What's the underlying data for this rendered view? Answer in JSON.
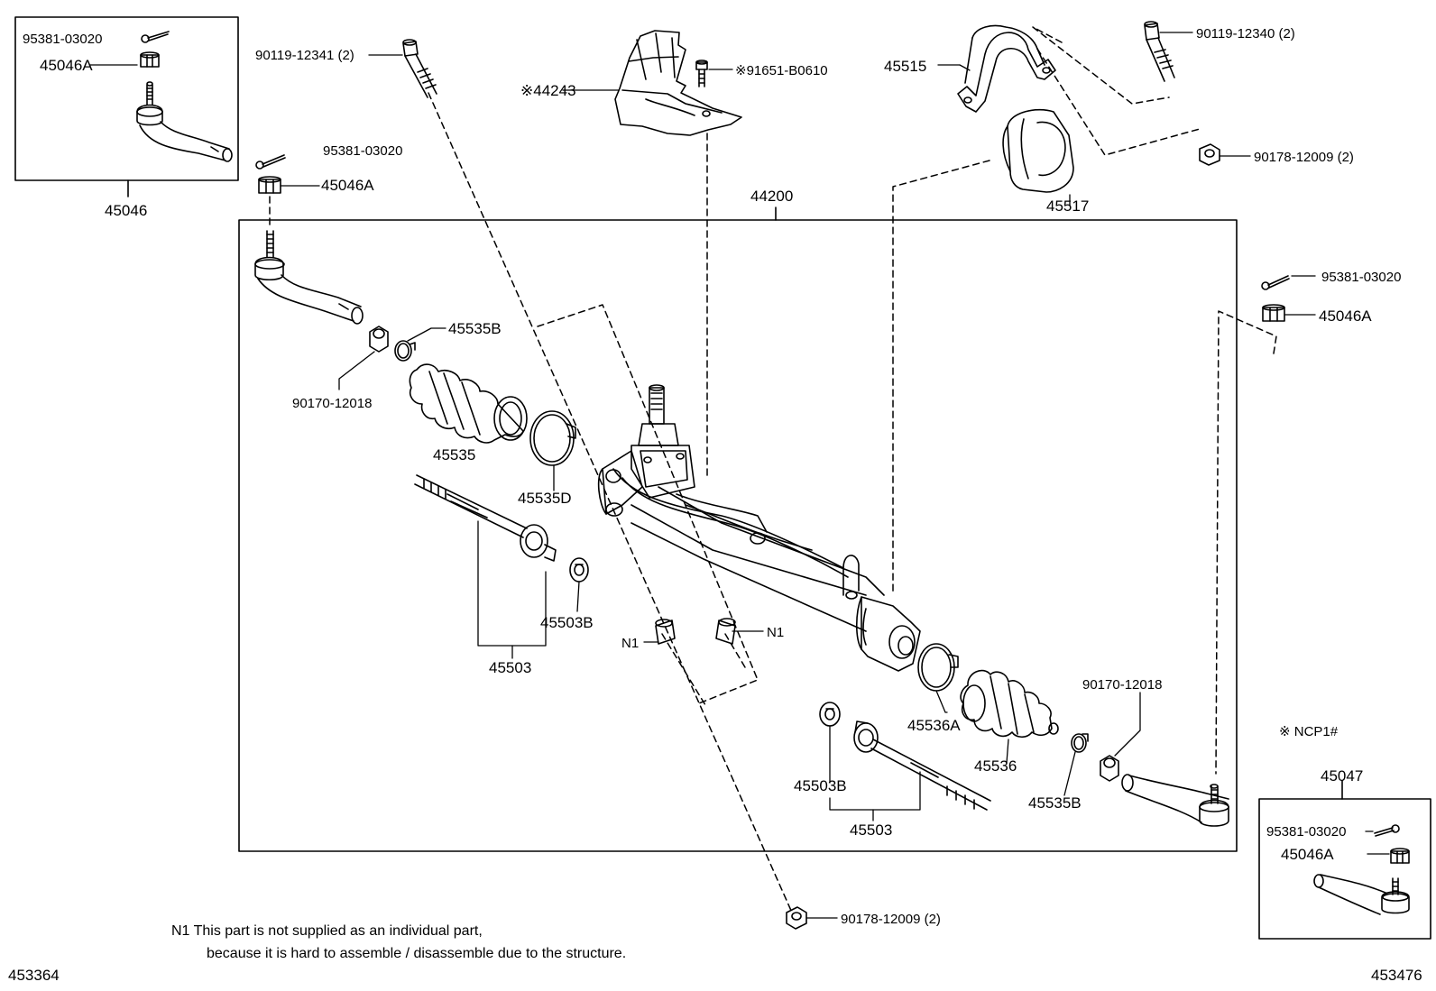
{
  "labels": {
    "p95381_03020_a": "95381-03020",
    "p45046A_a": "45046A",
    "p45046_kit": "45046",
    "p90119_12341": "90119-12341 (2)",
    "p95381_03020_b": "95381-03020",
    "p45046A_b": "45046A",
    "p44243": "※44243",
    "p91651_B0610": "※91651-B0610",
    "p45515": "45515",
    "p90119_12340": "90119-12340 (2)",
    "p90178_12009_top": "90178-12009 (2)",
    "p45517": "45517",
    "p44200": "44200",
    "p45535B_left": "45535B",
    "p90170_12018_left": "90170-12018",
    "p45535": "45535",
    "p45535D": "45535D",
    "p45503B_left": "45503B",
    "p45503_left": "45503",
    "p_n1_left": "N1",
    "p_n1_right": "N1",
    "p95381_03020_c": "95381-03020",
    "p45046A_c": "45046A",
    "p90170_12018_right": "90170-12018",
    "p45536A": "45536A",
    "p45536": "45536",
    "p45535B_right": "45535B",
    "p45503B_right": "45503B",
    "p45503_right": "45503",
    "p_ncp1": "※ NCP1#",
    "p45047_kit": "45047",
    "p95381_03020_d": "95381-03020",
    "p45046A_d": "45046A",
    "p90178_12009_bottom": "90178-12009 (2)"
  },
  "footnote": {
    "line1": "N1  This part is not supplied as an individual part,",
    "line2": "because it is hard to assemble / disassemble due to the structure."
  },
  "reference_left": "453364",
  "reference_right": "453476"
}
